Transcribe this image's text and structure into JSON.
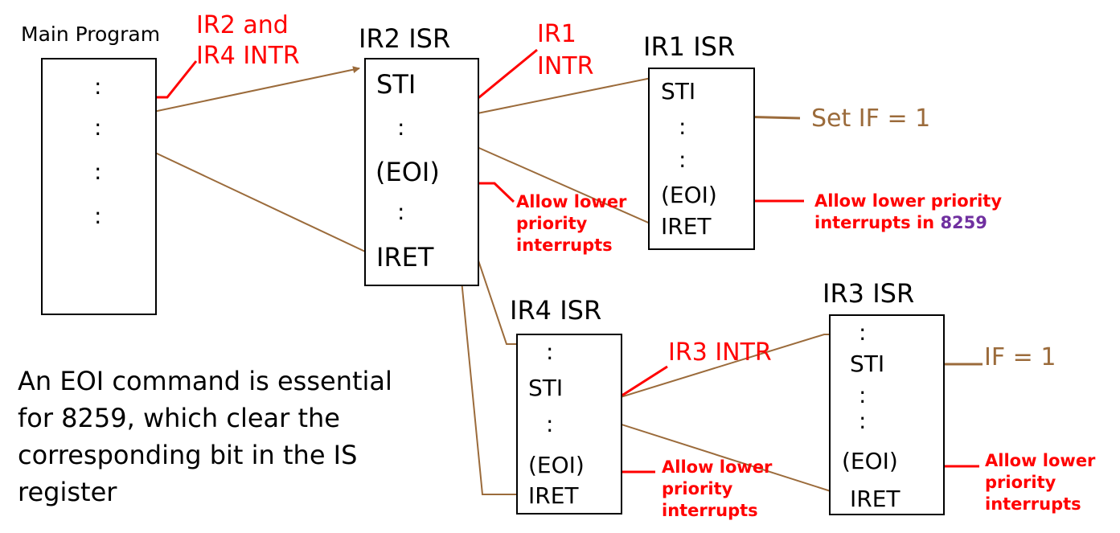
{
  "main_program": {
    "title": "Main Program",
    "dots": [
      ":",
      ":",
      ":",
      ":"
    ]
  },
  "ir2_isr": {
    "title": "IR2 ISR",
    "lines": [
      "STI",
      ":",
      "(EOI)",
      ":",
      "IRET"
    ]
  },
  "ir1_isr": {
    "title": "IR1 ISR",
    "lines": [
      "STI",
      ":",
      ":",
      "(EOI)",
      "IRET"
    ]
  },
  "ir4_isr": {
    "title": "IR4 ISR",
    "lines": [
      ":",
      "STI",
      ":",
      "(EOI)",
      "IRET"
    ]
  },
  "ir3_isr": {
    "title": "IR3 ISR",
    "lines": [
      ":",
      "STI",
      ":",
      ":",
      "(EOI)",
      "IRET"
    ]
  },
  "interrupts": {
    "ir2_ir4": [
      "IR2 and",
      "IR4 INTR"
    ],
    "ir1": [
      "IR1",
      "INTR"
    ],
    "ir3": "IR3 INTR"
  },
  "annotations": {
    "set_if": "Set IF = 1",
    "if_eq": "IF = 1",
    "allow_ir2": [
      "Allow lower",
      "priority",
      "interrupts"
    ],
    "allow_ir1": [
      "Allow lower priority",
      "interrupts in "
    ],
    "allow_ir1_num": "8259",
    "allow_ir4": [
      "Allow lower",
      "priority",
      "interrupts"
    ],
    "allow_ir3": [
      "Allow lower",
      "priority",
      "interrupts"
    ]
  },
  "caption": [
    "An EOI command is essential",
    "for 8259, which clear the",
    "corresponding bit in the IS",
    "register"
  ],
  "colors": {
    "flow": "#9b6b3b",
    "interrupt": "#ff0000",
    "highlight": "#7030a0"
  }
}
